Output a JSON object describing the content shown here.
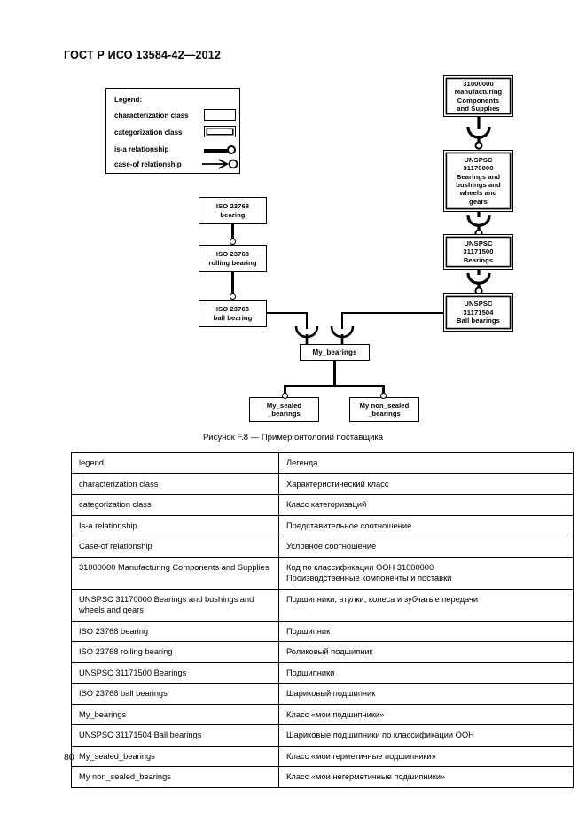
{
  "header": {
    "standard_id": "ГОСТ Р ИСО 13584-42—2012"
  },
  "legend": {
    "title": "Legend:",
    "items": [
      {
        "label": "characterization class",
        "glyph": "single-rectangle"
      },
      {
        "label": "categorization class",
        "glyph": "double-rectangle"
      },
      {
        "label": "is-a relationship",
        "glyph": "thick-line-circle"
      },
      {
        "label": "case-of relationship",
        "glyph": "arrow-line-circle"
      }
    ]
  },
  "diagram": {
    "nodes": [
      {
        "id": "iso-bearing",
        "label": "ISO 23768\nbearing",
        "type": "characterization"
      },
      {
        "id": "iso-rolling",
        "label": "ISO 23768\nrolling bearing",
        "type": "characterization"
      },
      {
        "id": "iso-ball",
        "label": "ISO 23768\nball bearing",
        "type": "characterization"
      },
      {
        "id": "unspsc-31000000",
        "label": "31000000\nManufacturing\nComponents\nand Supplies",
        "type": "categorization"
      },
      {
        "id": "unspsc-31170000",
        "label": "UNSPSC\n31170000\nBearings and\nbushings and\nwheels and\ngears",
        "type": "categorization"
      },
      {
        "id": "unspsc-31171500",
        "label": "UNSPSC\n31171500\nBearings",
        "type": "categorization"
      },
      {
        "id": "unspsc-31171504",
        "label": "UNSPSC\n31171504\nBall bearings",
        "type": "categorization"
      },
      {
        "id": "my-bearings",
        "label": "My_bearings",
        "type": "characterization"
      },
      {
        "id": "my-sealed",
        "label": "My_sealed\n_bearings",
        "type": "characterization"
      },
      {
        "id": "my-non-sealed",
        "label": "My non_sealed\n_bearings",
        "type": "characterization"
      }
    ]
  },
  "figure_caption": "Рисунок F.8 — Пример онтологии поставщика",
  "table": {
    "rows": [
      {
        "en": "legend",
        "ru": "Легенда"
      },
      {
        "en": "characterization class",
        "ru": "Характеристический класс"
      },
      {
        "en": "categorization class",
        "ru": "Класс категоризаций"
      },
      {
        "en": "Is-a relationship",
        "ru": "Представительное соотношение"
      },
      {
        "en": "Case-of relationship",
        "ru": "Условное соотношение"
      },
      {
        "en": "31000000  Manufacturing Components and Supplies",
        "ru": "Код по классификации ООН 31000000\nПроизводственные компоненты и поставки"
      },
      {
        "en": "UNSPSC 31170000 Bearings and bushings and wheels and gears",
        "ru": "Подшипники, втулки, колеса и зубчатые передачи"
      },
      {
        "en": "ISO 23768 bearing",
        "ru": "Подшипник"
      },
      {
        "en": "ISO 23768 rolling bearing",
        "ru": "Роликовый подшипник"
      },
      {
        "en": "UNSPSC 31171500 Bearings",
        "ru": "Подшипники"
      },
      {
        "en": "ISO 23768 ball bearings",
        "ru": "Шариковый подшипник"
      },
      {
        "en": "My_bearings",
        "ru": "Класс «мои подшипники»"
      },
      {
        "en": "UNSPSC 31171504 Ball bearings",
        "ru": "Шариковые подшипники по классификации ООН"
      },
      {
        "en": "My_sealed_bearings",
        "ru": "Класс «мои герметичные подшипники»"
      },
      {
        "en": "My non_sealed_bearings",
        "ru": "Класс «мои негерметичные подшипники»"
      }
    ]
  },
  "footer": {
    "page_number": "80"
  }
}
